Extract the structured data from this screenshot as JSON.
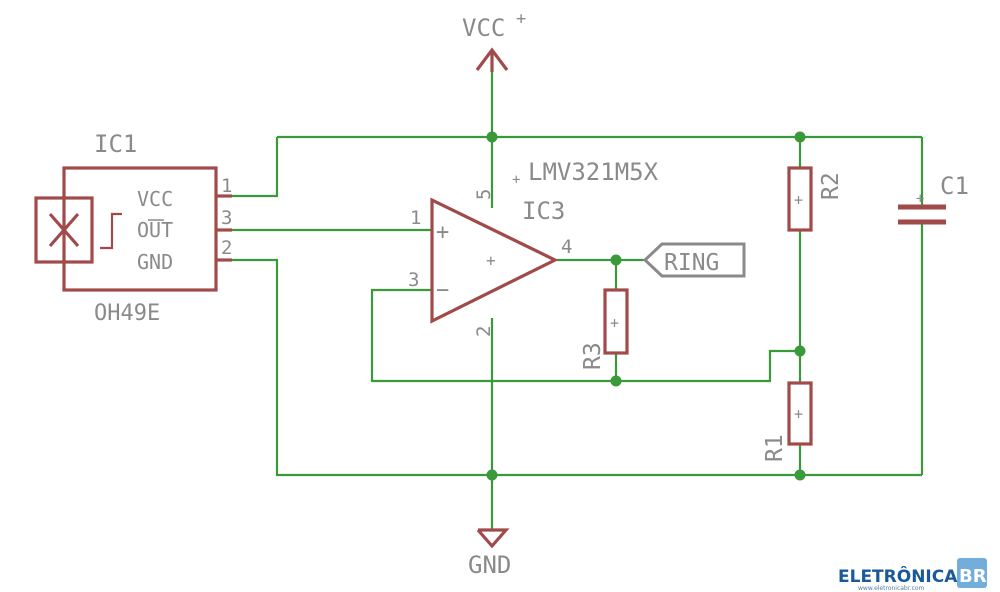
{
  "labels": {
    "vcc": "VCC",
    "vcc_sup": "+",
    "gnd": "GND",
    "ic1_name": "IC1",
    "ic1_value": "OH49E",
    "ic1_pin_vcc": "VCC",
    "ic1_pin_out": "OUT",
    "ic1_pin_gnd": "GND",
    "ic1_pin1": "1",
    "ic1_pin3": "3",
    "ic1_pin2": "2",
    "ic3_name": "IC3",
    "ic3_value": "LMV321M5X",
    "op_plus": "+",
    "op_minus": "−",
    "op_center": "+",
    "op_pin1": "1",
    "op_pin3": "3",
    "op_pin4": "4",
    "op_pin5": "5",
    "op_pin2": "2",
    "ring": "RING",
    "r1": "R1",
    "r2": "R2",
    "r3": "R3",
    "c1": "C1",
    "res_mark": "+",
    "cap_mark": "+"
  },
  "logo": {
    "text": "ELETRÔNICA",
    "badge": "BR",
    "url": "www.eletronicabr.com"
  },
  "colors": {
    "wire": "#3a9a3a",
    "part": "#a04a4a",
    "text": "#8a8a8a",
    "logo_blue": "#1a5a9a"
  }
}
